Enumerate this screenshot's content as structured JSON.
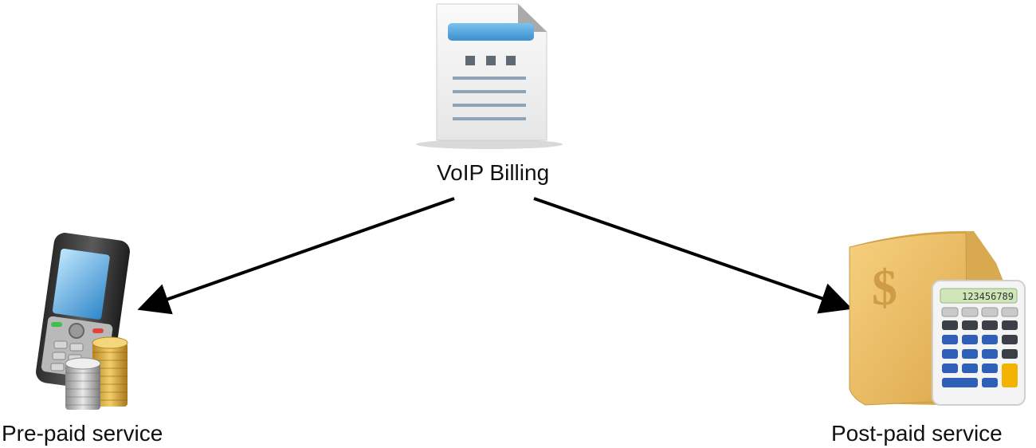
{
  "nodes": {
    "center": {
      "label": "VoIP Billing",
      "icon": "billing-document-icon"
    },
    "left": {
      "label": "Pre-paid service",
      "icon": "mobile-phone-with-coins-icon"
    },
    "right": {
      "label": "Post-paid service",
      "icon": "ledger-and-calculator-icon"
    }
  },
  "calculator": {
    "display": "123456789"
  },
  "ledger": {
    "symbol": "$"
  },
  "edges": [
    {
      "from": "center",
      "to": "left"
    },
    {
      "from": "center",
      "to": "right"
    }
  ],
  "colors": {
    "arrow": "#000000",
    "text": "#111111",
    "doc_header": "#4aa3de",
    "ledger": "#e8b75a",
    "coins_gold": "#d8a53a",
    "coins_silver": "#a8a8a8"
  }
}
